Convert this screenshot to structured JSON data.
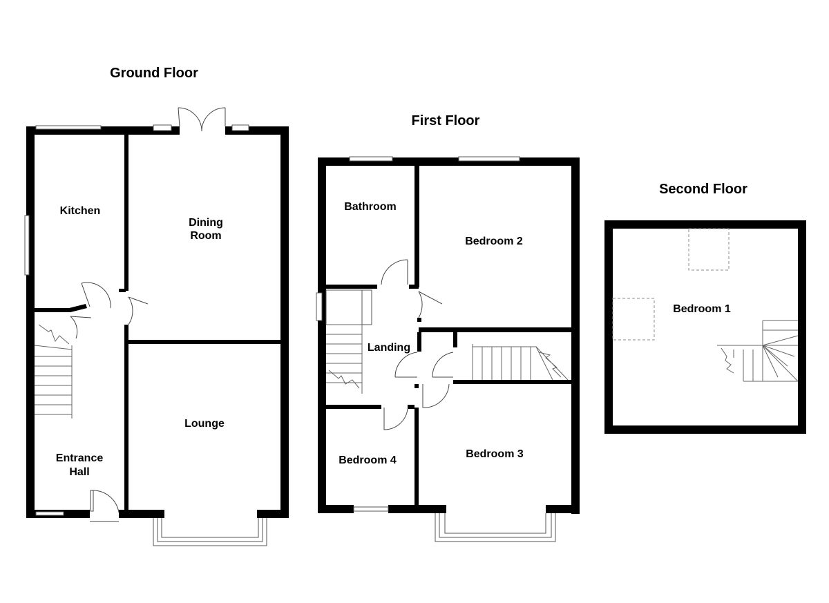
{
  "floors": {
    "ground": {
      "title": "Ground Floor",
      "rooms": {
        "kitchen": "Kitchen",
        "dining_1": "Dining",
        "dining_2": "Room",
        "lounge": "Lounge",
        "hall_1": "Entrance",
        "hall_2": "Hall"
      }
    },
    "first": {
      "title": "First Floor",
      "rooms": {
        "bathroom": "Bathroom",
        "bedroom2": "Bedroom 2",
        "landing": "Landing",
        "bedroom4": "Bedroom 4",
        "bedroom3": "Bedroom 3"
      }
    },
    "second": {
      "title": "Second Floor",
      "rooms": {
        "bedroom1": "Bedroom 1"
      }
    }
  }
}
